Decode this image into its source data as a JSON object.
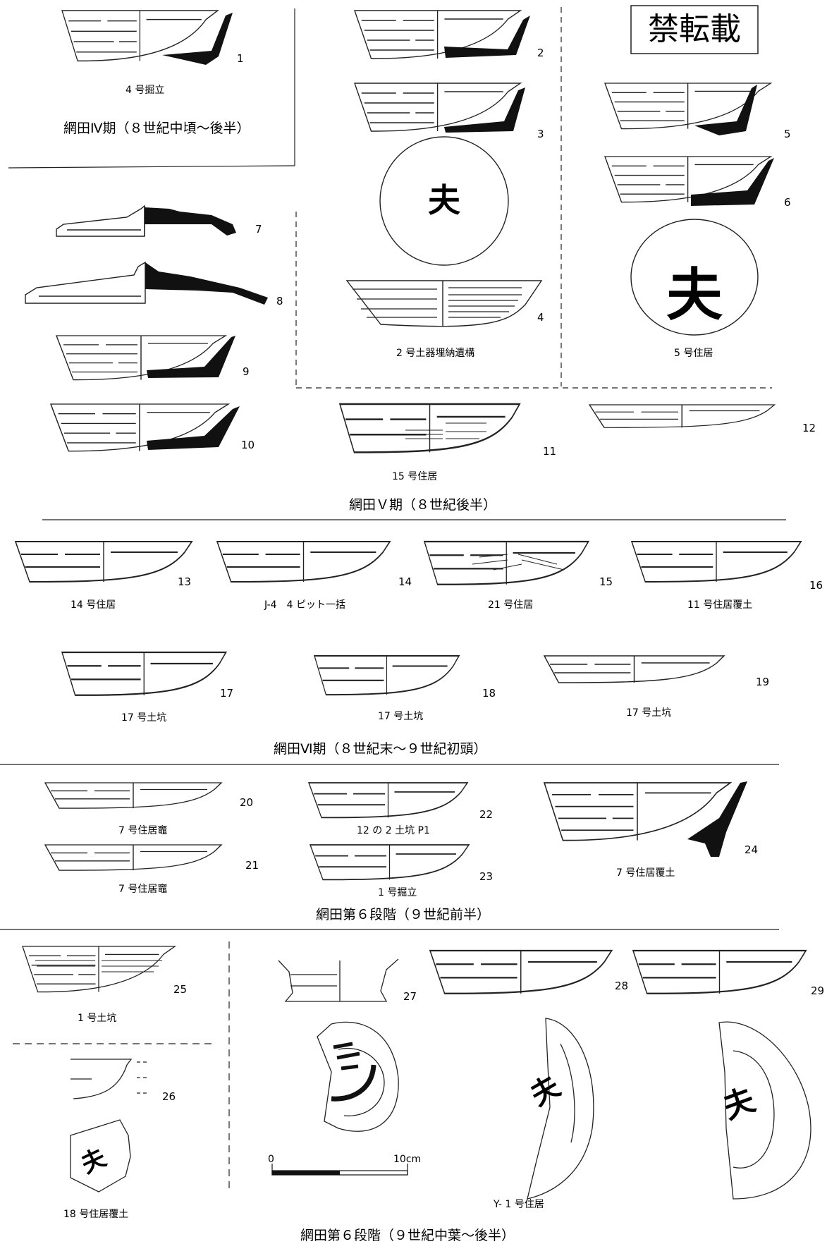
{
  "stamp": "禁転載",
  "periods": [
    "網田Ⅳ期（８世紀中頃〜後半）",
    "網田Ｖ期（８世紀後半）",
    "網田Ⅵ期（８世紀末〜９世紀初頭）",
    "網田第６段階（９世紀前半）",
    "網田第６段階（９世紀中葉〜後半）"
  ],
  "sites": {
    "s1": "4 号掘立",
    "s2": "2 号土器埋納遺構",
    "s3": "5 号住居",
    "s4": "15 号住居",
    "s5": "14 号住居",
    "s6": "J-4　4 ピット一括",
    "s7": "21 号住居",
    "s8": "11 号住居覆土",
    "s9": "17 号土坑",
    "s10": "17 号土坑",
    "s11": "17 号土坑",
    "s12": "7 号住居竈",
    "s13": "12 の 2 土坑 P1",
    "s14": "7 号住居竈",
    "s15": "1 号掘立",
    "s16": "7 号住居覆土",
    "s17": "1 号土坑",
    "s18": "18 号住居覆土",
    "s19": "Y- 1 号住居"
  },
  "numbers": [
    "1",
    "2",
    "3",
    "4",
    "5",
    "6",
    "7",
    "8",
    "9",
    "10",
    "11",
    "12",
    "13",
    "14",
    "15",
    "16",
    "17",
    "18",
    "19",
    "20",
    "21",
    "22",
    "23",
    "24",
    "25",
    "26",
    "27",
    "28",
    "29"
  ],
  "inscription": "夫",
  "scale": {
    "zero": "0",
    "max": "10cm"
  }
}
